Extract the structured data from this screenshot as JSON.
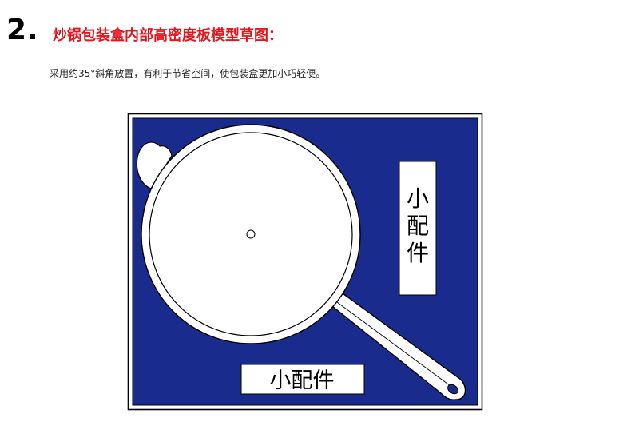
{
  "section": {
    "number": "2.",
    "title": "炒锅包装盒内部高密度板模型草图："
  },
  "description": "采用约35°斜角放置，有利于节省空间，使包装盒更加小巧轻便。",
  "colors": {
    "title_red": "#e8141c",
    "board_blue": "#1a2b8e",
    "outline_black": "#000000",
    "cutout_white": "#ffffff"
  },
  "diagram": {
    "pan_tilt_degrees": 35,
    "labels": {
      "side_box": [
        "小",
        "配",
        "件"
      ],
      "bottom_box": "小配件"
    }
  }
}
